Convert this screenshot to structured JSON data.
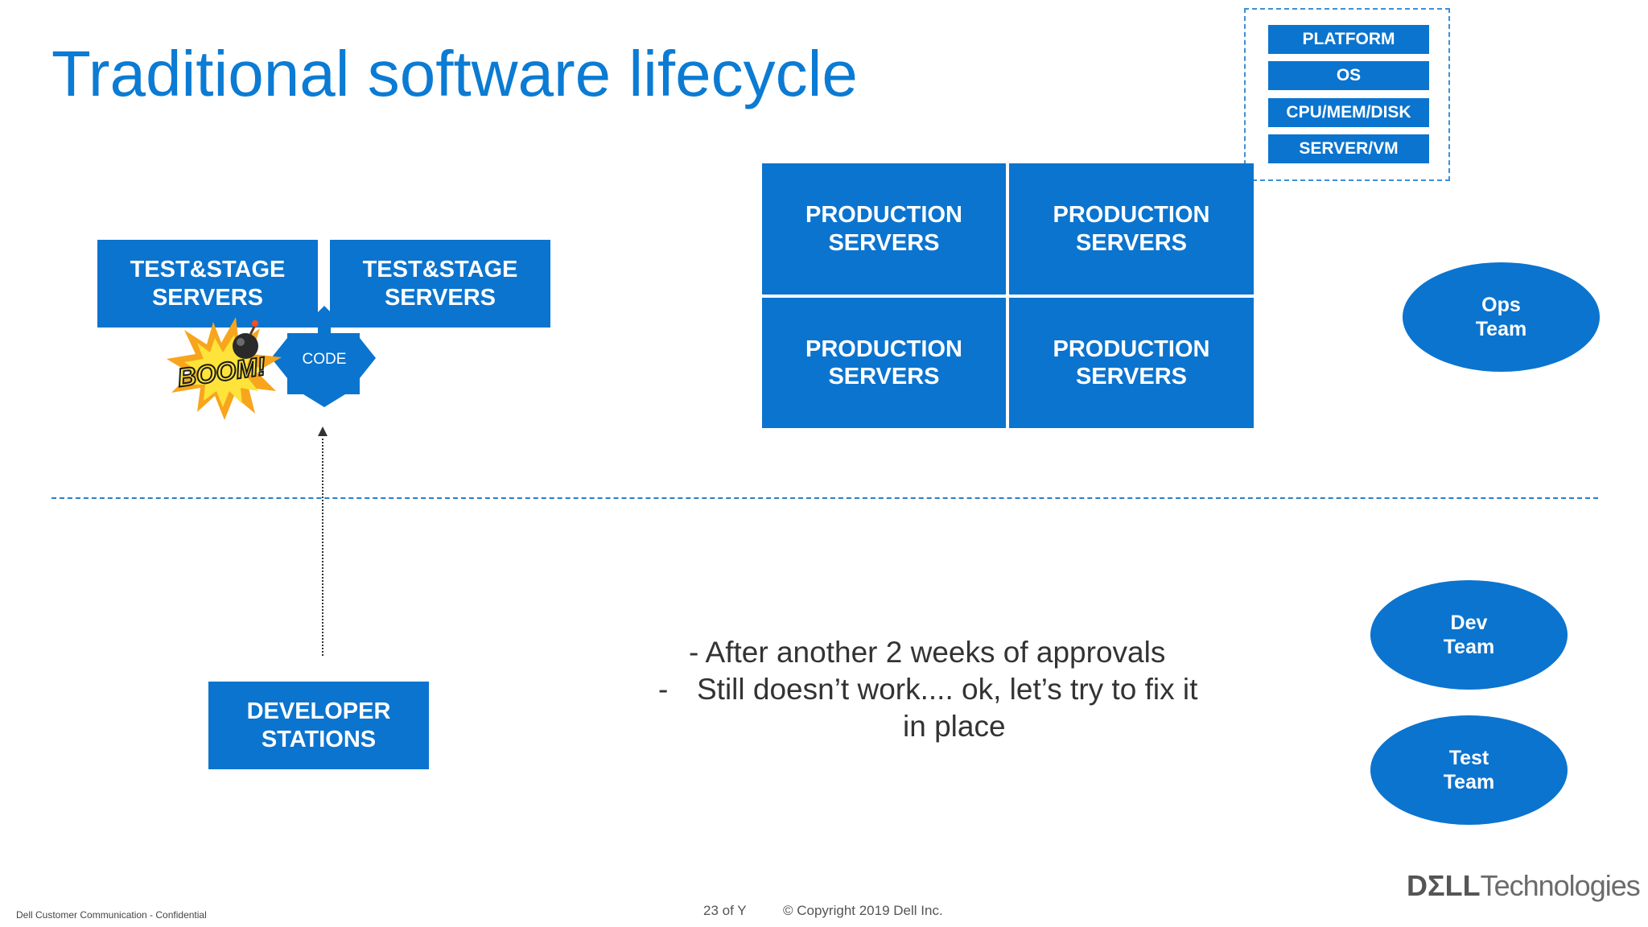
{
  "title": "Traditional software lifecycle",
  "stack": [
    "PLATFORM",
    "OS",
    "CPU/MEM/DISK",
    "SERVER/VM"
  ],
  "production": [
    "PRODUCTION\nSERVERS",
    "PRODUCTION\nSERVERS",
    "PRODUCTION\nSERVERS",
    "PRODUCTION\nSERVERS"
  ],
  "test_stage": [
    "TEST&STAGE\nSERVERS",
    "TEST&STAGE\nSERVERS"
  ],
  "code_label": "CODE",
  "boom_label": "BOOM!",
  "developer": "DEVELOPER\nSTATIONS",
  "teams": {
    "ops": "Ops\nTeam",
    "dev": "Dev\nTeam",
    "test": "Test\nTeam"
  },
  "notes": {
    "line1": "- After another 2 weeks of approvals",
    "line2_bullet": "-",
    "line2": "Still doesn’t work.... ok, let’s try to fix it",
    "line3": "in place"
  },
  "footer": {
    "page": "23 of Y",
    "copyright": "© Copyright 2019 Dell Inc.",
    "confidential": "Dell Customer Communication - Confidential",
    "logo_main": "DΣLL",
    "logo_sub": "Technologies"
  },
  "colors": {
    "brand_blue": "#0b74cf",
    "title_blue": "#0b7bd3"
  }
}
